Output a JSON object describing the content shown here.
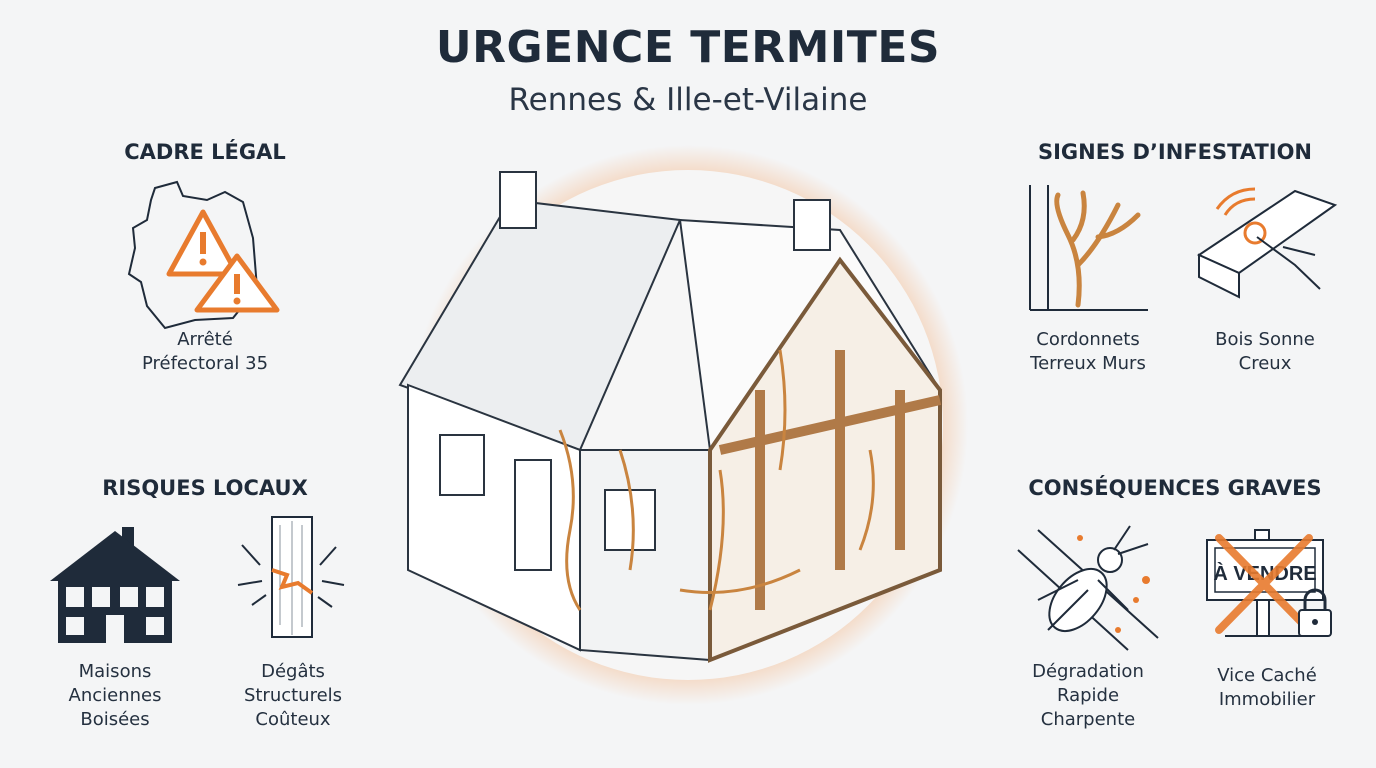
{
  "header": {
    "title": "URGENCE TERMITES",
    "subtitle": "Rennes & Ille-et-Vilaine"
  },
  "colors": {
    "accent": "#e87b2e",
    "text": "#1f2b3a",
    "background": "#f4f5f6"
  },
  "sections": {
    "cadre_legal": {
      "heading": "CADRE LÉGAL",
      "items": [
        {
          "icon": "map-warning-icon",
          "label_lines": [
            "Arrêté",
            "Préfectoral 35"
          ]
        }
      ]
    },
    "risques_locaux": {
      "heading": "RISQUES LOCAUX",
      "items": [
        {
          "icon": "half-timbered-house-icon",
          "label_lines": [
            "Maisons",
            "Anciennes",
            "Boisées"
          ]
        },
        {
          "icon": "cracked-beam-icon",
          "label_lines": [
            "Dégâts",
            "Structurels",
            "Coûteux"
          ]
        }
      ]
    },
    "signes": {
      "heading": "SIGNES D’INFESTATION",
      "items": [
        {
          "icon": "mud-tubes-wall-icon",
          "label_lines": [
            "Cordonnets",
            "Terreux Murs"
          ]
        },
        {
          "icon": "hollow-wood-tap-icon",
          "label_lines": [
            "Bois Sonne",
            "Creux"
          ]
        }
      ]
    },
    "consequences": {
      "heading": "CONSÉQUENCES GRAVES",
      "items": [
        {
          "icon": "termite-eating-wood-icon",
          "label_lines": [
            "Dégradation",
            "Rapide",
            "Charpente"
          ]
        },
        {
          "icon": "for-sale-sign-locked-icon",
          "sign_text": "À VENDRE",
          "label_lines": [
            "Vice Caché",
            "Immobilier"
          ]
        }
      ]
    }
  },
  "center": {
    "icon": "infested-house-cutaway-icon"
  }
}
